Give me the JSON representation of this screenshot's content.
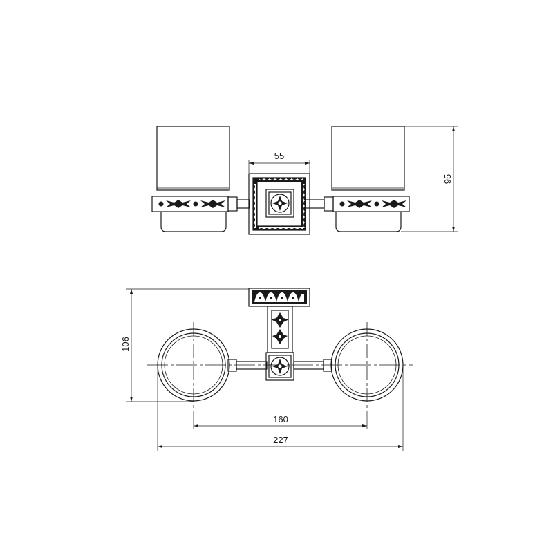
{
  "dimensions": {
    "top_center_width": "55",
    "height_front": "95",
    "depth_top": "106",
    "cup_spacing": "160",
    "overall_width": "227"
  }
}
